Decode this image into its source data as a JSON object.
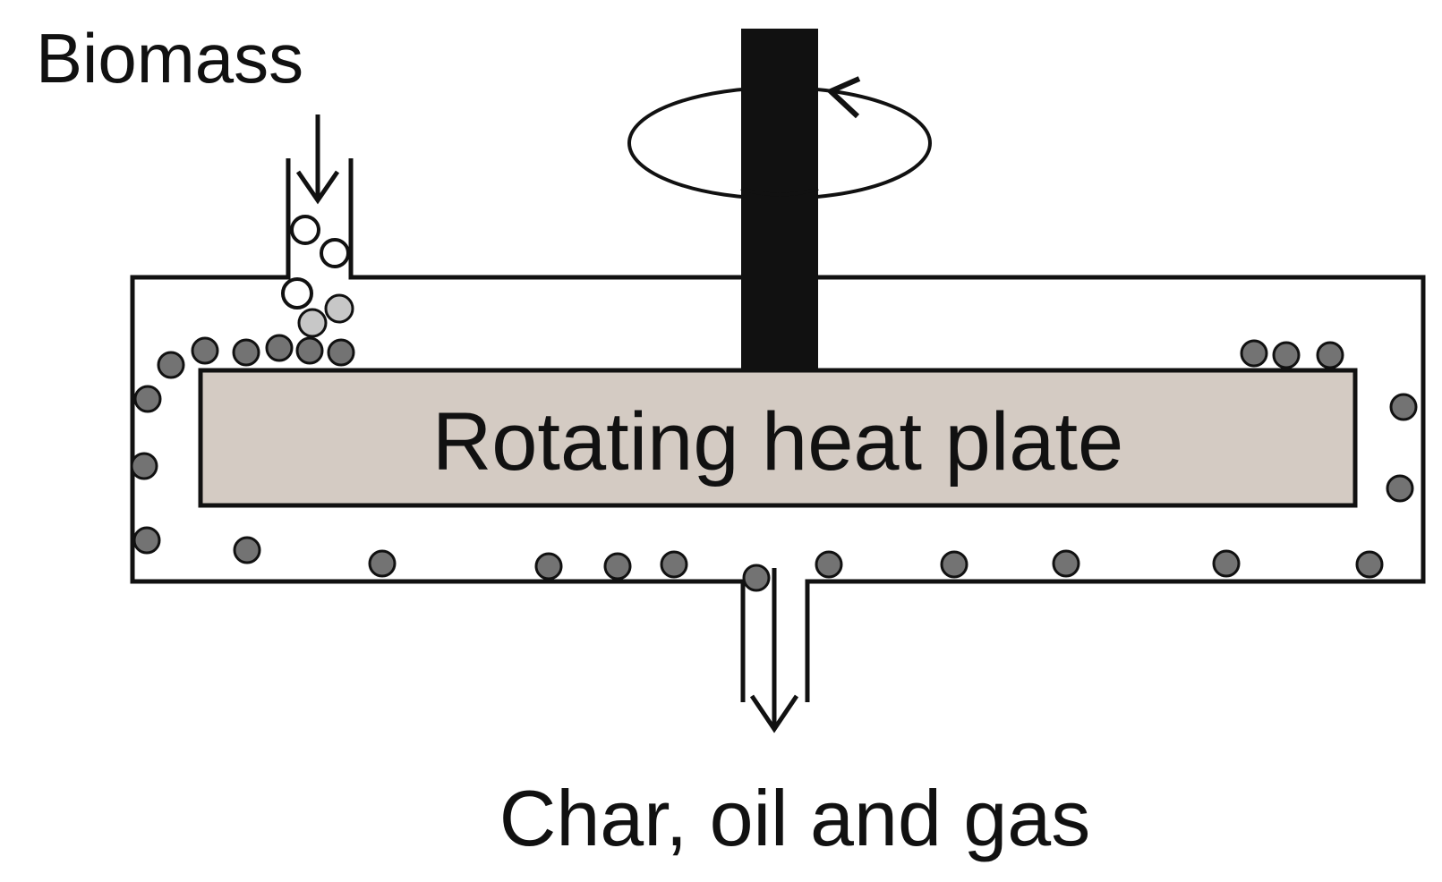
{
  "labels": {
    "input": "Biomass",
    "plate": "Rotating heat plate",
    "output": "Char, oil and gas"
  },
  "colors": {
    "stroke": "#111111",
    "shaft": "#111111",
    "plate_fill": "#d4cbc3",
    "char_particle": "#737373",
    "partial_particle": "#c7c7c7",
    "raw_particle": "#ffffff",
    "background": "#ffffff"
  },
  "icons": {
    "input_arrow": "down-arrow-icon",
    "output_arrow": "down-arrow-icon",
    "rotation": "counterclockwise-rotation-icon"
  }
}
